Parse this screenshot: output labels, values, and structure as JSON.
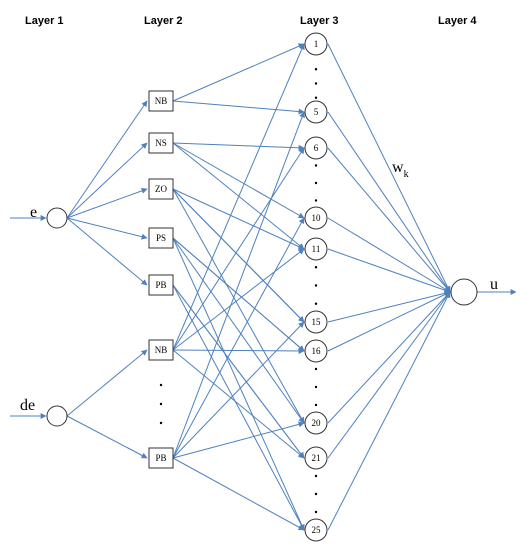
{
  "layers": [
    "Layer 1",
    "Layer 2",
    "Layer 3",
    "Layer 4"
  ],
  "inputs": [
    "e",
    "de"
  ],
  "e_terms": [
    "NB",
    "NS",
    "ZO",
    "PS",
    "PB"
  ],
  "de_terms": [
    "NB",
    "PB"
  ],
  "rule_nodes": [
    "1",
    "5",
    "6",
    "10",
    "11",
    "15",
    "16",
    "20",
    "21",
    "25"
  ],
  "weight_label": "w",
  "weight_subscript": "k",
  "output": "u",
  "colors": {
    "edge": "#4f81bd",
    "node_stroke": "#333333"
  }
}
